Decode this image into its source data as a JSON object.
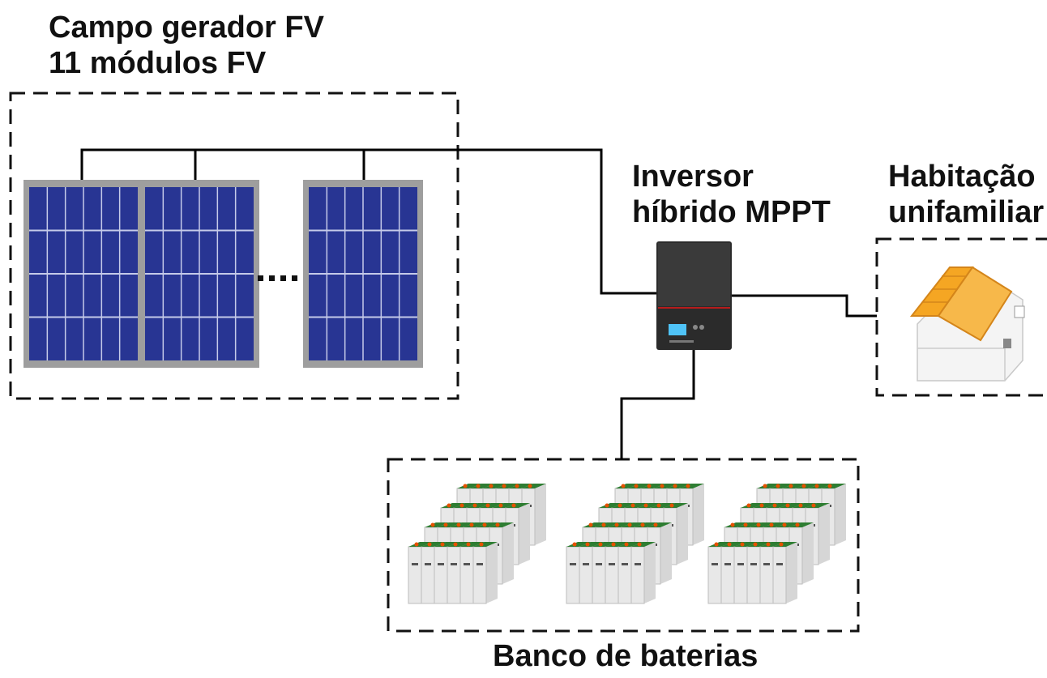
{
  "pv_field": {
    "title_line1": "Campo gerador FV",
    "title_line2": "11 módulos FV"
  },
  "inverter": {
    "title_line1": "Inversor",
    "title_line2": "híbrido MPPT"
  },
  "house": {
    "title_line1": "Habitação",
    "title_line2": "unifamiliar"
  },
  "battery_bank": {
    "title": "Banco de baterias"
  },
  "colors": {
    "panel_cell": "#283593",
    "panel_frame": "#9e9e9e",
    "inverter_body": "#2b2b2b",
    "inverter_accent": "#b71c1c",
    "roof": "#f5a623",
    "battery_top": "#2e7d32",
    "battery_case": "#e8e8e8",
    "wire": "#000000"
  },
  "icons": [
    "solar-panel-icon",
    "inverter-icon",
    "house-icon",
    "battery-icon"
  ]
}
